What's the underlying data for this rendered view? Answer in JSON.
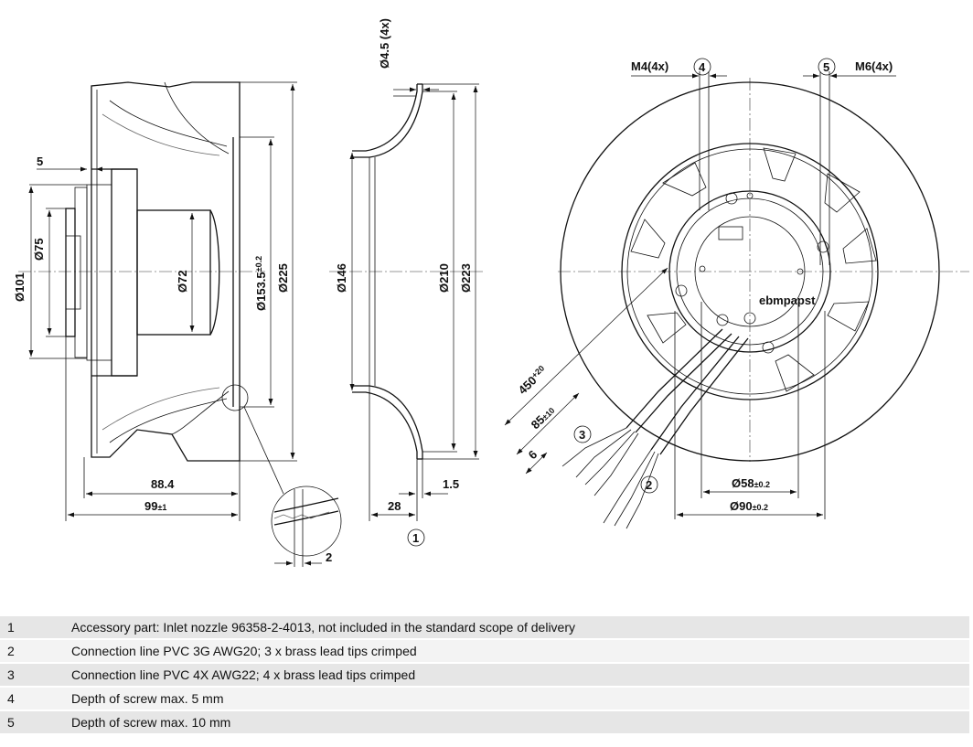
{
  "dimensions": {
    "d4_5": "Ø4.5 (4x)",
    "m4": "M4(4x)",
    "m6": "M6(4x)",
    "five": "5",
    "d101": "Ø101",
    "d75": "Ø75",
    "d72": "Ø72",
    "d153": "Ø153.5",
    "d153_tol": "±0.2",
    "d225": "Ø225",
    "d146": "Ø146",
    "d210": "Ø210",
    "d223": "Ø223",
    "len88": "88.4",
    "len99": "99",
    "len99_tol": "±1",
    "len28": "28",
    "len1_5": "1.5",
    "len2": "2",
    "len450": "450",
    "len450_tol": "+20",
    "len85": "85",
    "len85_tol": "±10",
    "len6": "6",
    "d58": "Ø58",
    "d58_tol": "±0.2",
    "d90": "Ø90",
    "d90_tol": "±0.2"
  },
  "callouts": [
    "1",
    "2",
    "3",
    "4",
    "5"
  ],
  "brand": "ebmpapst",
  "notes": [
    {
      "num": "1",
      "text": "Accessory part: Inlet nozzle 96358-2-4013, not included in the standard scope of delivery"
    },
    {
      "num": "2",
      "text": "Connection line PVC 3G AWG20; 3 x brass lead tips crimped"
    },
    {
      "num": "3",
      "text": "Connection line PVC 4X AWG22; 4 x brass lead tips crimped"
    },
    {
      "num": "4",
      "text": "Depth of screw max. 5 mm"
    },
    {
      "num": "5",
      "text": "Depth of screw max. 10 mm"
    }
  ]
}
